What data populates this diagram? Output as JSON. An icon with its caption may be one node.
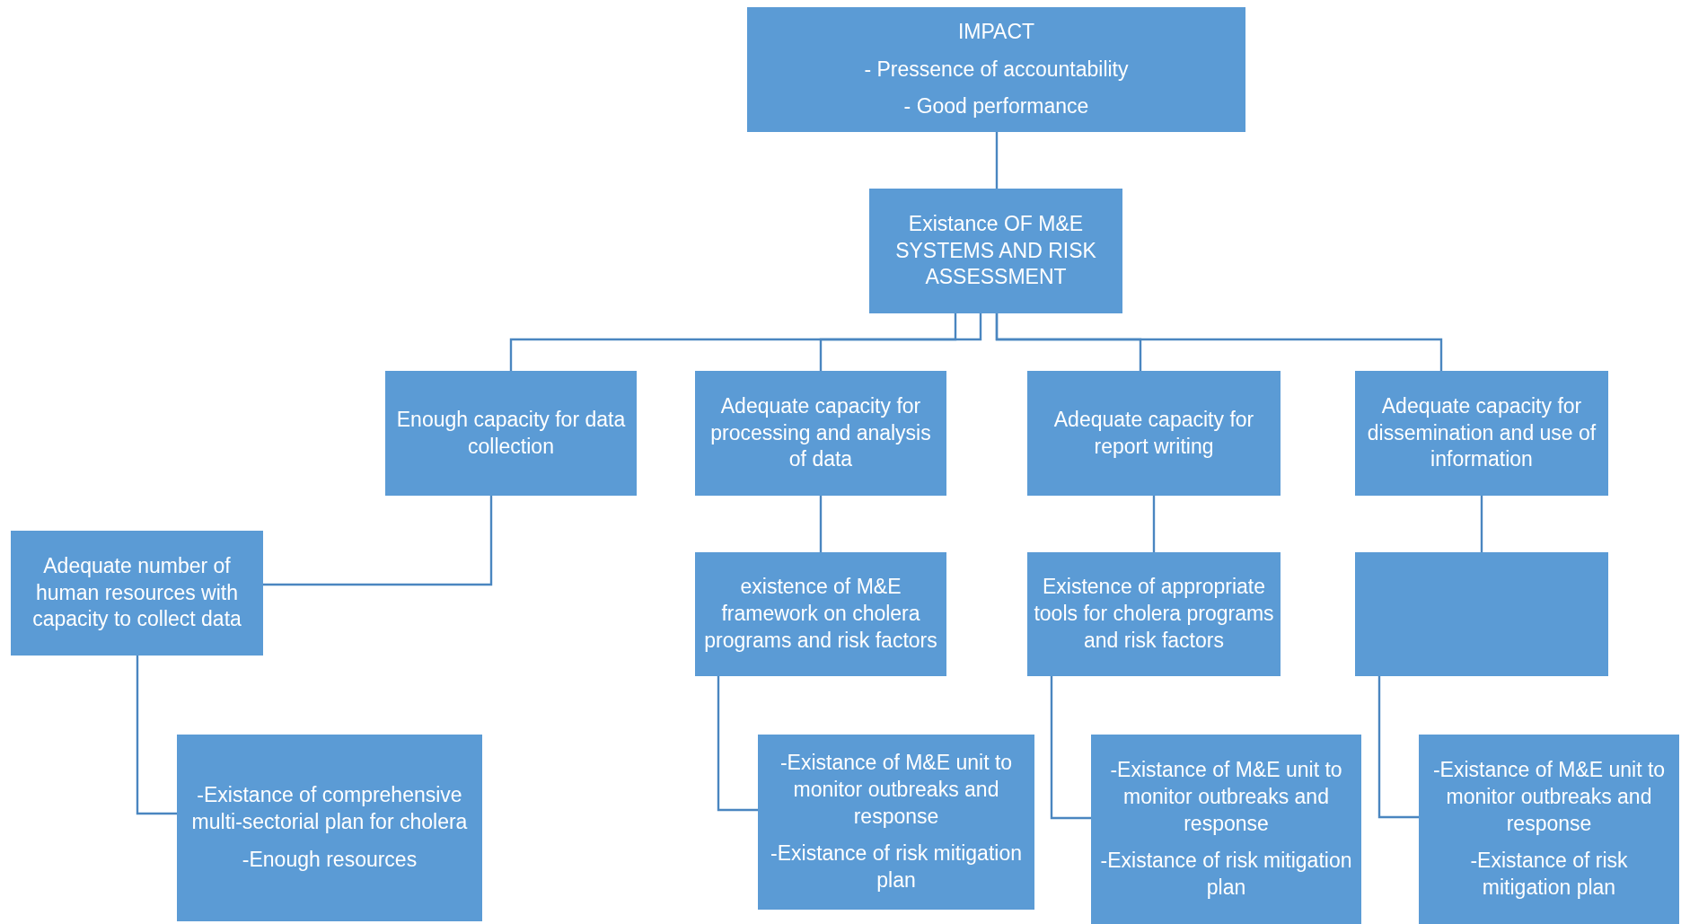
{
  "diagram": {
    "nodes": [
      {
        "text": [
          "IMPACT",
          "- Pressence of accountability",
          "- Good performance"
        ]
      },
      {
        "text": [
          "Existance OF M&E SYSTEMS AND RISK ASSESSMENT"
        ]
      },
      {
        "text": [
          "Enough capacity for data collection"
        ]
      },
      {
        "text": [
          "Adequate capacity for processing and analysis of data"
        ]
      },
      {
        "text": [
          "Adequate capacity for report writing"
        ]
      },
      {
        "text": [
          "Adequate capacity for dissemination and use of information"
        ]
      },
      {
        "text": [
          "Adequate number of human resources with capacity to collect data"
        ]
      },
      {
        "text": [
          "existence of M&E framework on cholera programs and risk factors"
        ]
      },
      {
        "text": [
          "Existence of appropriate tools for cholera programs and risk factors"
        ]
      },
      {
        "text": [],
        "shape": "box"
      },
      {
        "text": [
          "-Existance of comprehensive multi-sectorial plan for cholera",
          "-Enough resources"
        ]
      },
      {
        "text": [
          "-Existance of M&E unit to monitor outbreaks and response",
          "-Existance of risk mitigation plan"
        ]
      },
      {
        "text": [
          "-Existance of M&E unit to monitor outbreaks and response",
          "-Existance of risk mitigation plan"
        ]
      },
      {
        "text": [
          "-Existance of M&E unit to monitor outbreaks and response",
          "-Existance of risk mitigation plan"
        ]
      }
    ],
    "edges": [
      {
        "from": 0,
        "to": 1,
        "arrow": "none"
      },
      {
        "from": 1,
        "to": 2,
        "arrow": "none"
      },
      {
        "from": 1,
        "to": 3,
        "arrow": "none"
      },
      {
        "from": 1,
        "to": 4,
        "arrow": "none"
      },
      {
        "from": 1,
        "to": 5,
        "arrow": "none"
      },
      {
        "from": 2,
        "to": 6,
        "arrow": "none"
      },
      {
        "from": 3,
        "to": 7,
        "arrow": "none"
      },
      {
        "from": 4,
        "to": 8,
        "arrow": "none"
      },
      {
        "from": 5,
        "to": 9,
        "arrow": "none"
      },
      {
        "from": 6,
        "to": 10,
        "arrow": "none"
      },
      {
        "from": 7,
        "to": 11,
        "arrow": "none"
      },
      {
        "from": 8,
        "to": 12,
        "arrow": "none"
      },
      {
        "from": 9,
        "to": 13,
        "arrow": "none"
      }
    ]
  }
}
